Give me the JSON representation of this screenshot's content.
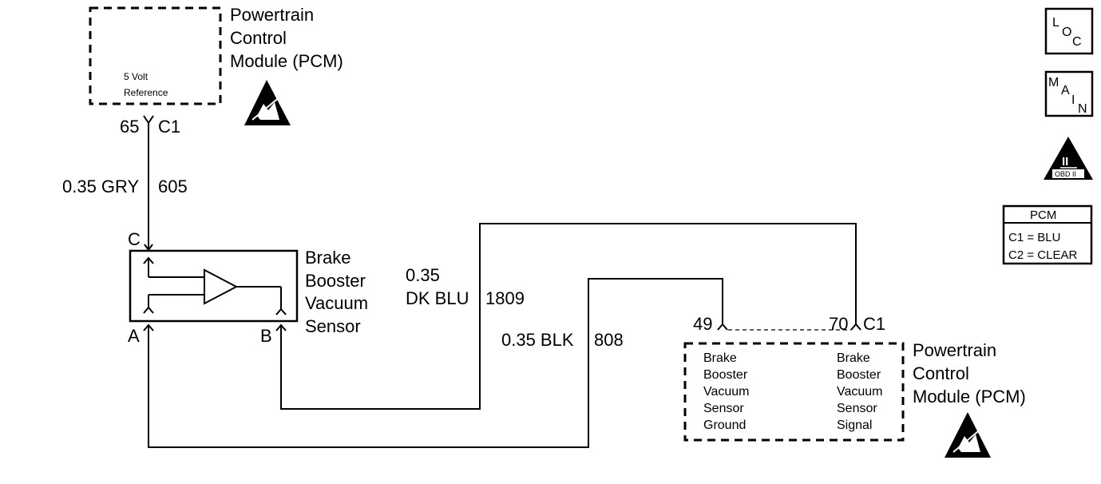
{
  "top_module": {
    "title_lines": [
      "Powertrain",
      "Control",
      "Module (PCM)"
    ],
    "inner_lines": [
      "5 Volt",
      "Reference"
    ],
    "pin": "65",
    "connector": "C1"
  },
  "wire_605": {
    "gauge_color": "0.35 GRY",
    "circuit": "605"
  },
  "sensor": {
    "title_lines": [
      "Brake",
      "Booster",
      "Vacuum",
      "Sensor"
    ],
    "pin_c": "C",
    "pin_a": "A",
    "pin_b": "B"
  },
  "wire_1809": {
    "gauge": "0.35",
    "color": "DK BLU",
    "circuit": "1809"
  },
  "wire_808": {
    "gauge_color": "0.35 BLK",
    "circuit": "808"
  },
  "bottom_module": {
    "title_lines": [
      "Powertrain",
      "Control",
      "Module (PCM)"
    ],
    "pin_left": "49",
    "pin_right": "70",
    "connector": "C1",
    "left_lines": [
      "Brake",
      "Booster",
      "Vacuum",
      "Sensor",
      "Ground"
    ],
    "right_lines": [
      "Brake",
      "Booster",
      "Vacuum",
      "Sensor",
      "Signal"
    ]
  },
  "side_icons": {
    "loc": [
      "L",
      "O",
      "C"
    ],
    "main": [
      "M",
      "A",
      "I",
      "N"
    ],
    "obd": [
      "II",
      "OBD II"
    ]
  },
  "connector_legend": {
    "header": "PCM",
    "rows": [
      "C1 = BLU",
      "C2 = CLEAR"
    ]
  }
}
